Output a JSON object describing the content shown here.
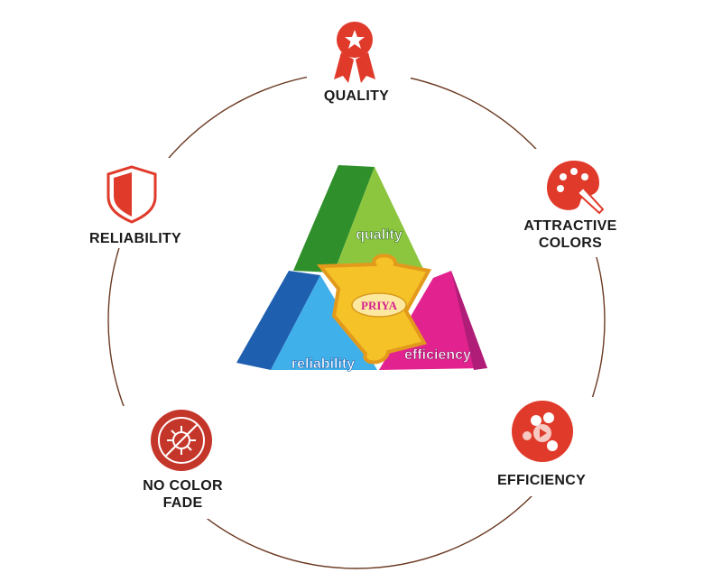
{
  "features": [
    {
      "id": "quality",
      "label": "QUALITY",
      "icon": "award-ribbon-icon"
    },
    {
      "id": "attractive-colors",
      "label_line1": "ATTRACTIVE",
      "label_line2": "COLORS",
      "icon": "paint-palette-icon"
    },
    {
      "id": "efficiency",
      "label": "EFFICIENCY",
      "icon": "molecule-icon"
    },
    {
      "id": "no-color-fade",
      "label_line1": "NO COLOR",
      "label_line2": "FADE",
      "icon": "virus-sun-icon"
    },
    {
      "id": "reliability",
      "label": "RELIABILITY",
      "icon": "shield-icon"
    }
  ],
  "center": {
    "brand": "PRIYA",
    "pieces": [
      "quality",
      "reliability",
      "efficiency"
    ]
  },
  "colors": {
    "accent": "#e03a2a",
    "ring": "#6b3a22",
    "green": "#4caf2a",
    "blue": "#2a7fd0",
    "magenta": "#d4238f",
    "yellow": "#f5c228"
  }
}
